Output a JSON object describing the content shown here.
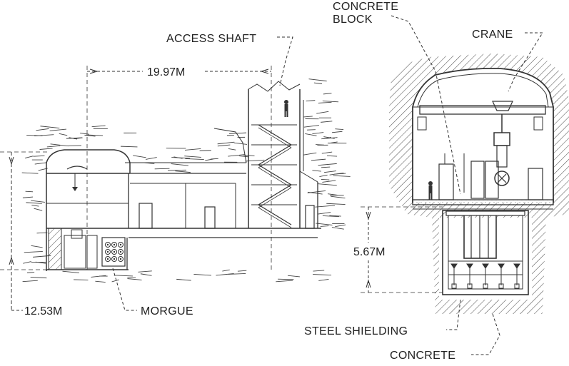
{
  "labels": {
    "concrete_block_line1": "CONCRETE",
    "concrete_block_line2": "BLOCK",
    "crane": "CRANE",
    "access_shaft": "ACCESS SHAFT",
    "morgue": "MORGUE",
    "steel_shielding": "STEEL SHIELDING",
    "concrete": "CONCRETE"
  },
  "dimensions": {
    "horizontal": "19.97M",
    "left_vertical": "12.53M",
    "pit_depth": "5.67M"
  },
  "colors": {
    "line": "#333333",
    "hatch": "#555555",
    "background": "#ffffff"
  }
}
